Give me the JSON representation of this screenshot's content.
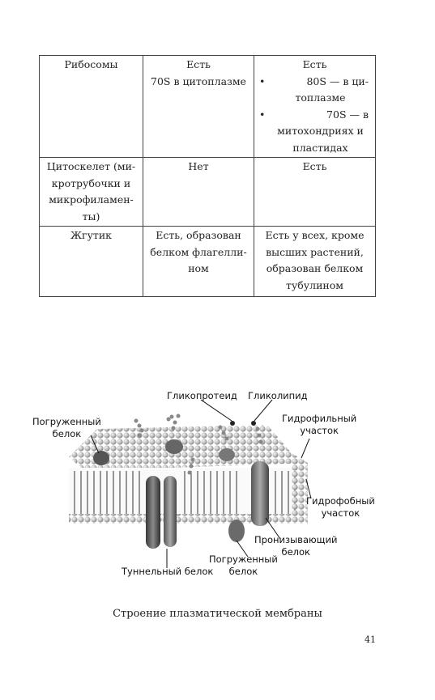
{
  "table": {
    "rows": [
      {
        "feature": "Рибосомы",
        "prokaryote": "Есть\n70S в цитоплазме",
        "eukaryote_items": [
          {
            "line1": "80S — в ци-",
            "line2": "топлазме"
          },
          {
            "line1": "70S — в",
            "line2": "митохондриях и\nпластидах"
          }
        ]
      },
      {
        "feature": "Цитоскелет (ми-\nкротрубочки и\nмикрофиламен-\nты)",
        "prokaryote": "Нет",
        "eukaryote": "Есть"
      },
      {
        "feature": "Жгутик",
        "prokaryote": "Есть, образован\nбелком флагелли-\nном",
        "eukaryote": "Есть у всех, кроме\nвысших растений,\nобразован белком\nтубулином"
      }
    ]
  },
  "figure": {
    "labels": {
      "glycoprotein": "Гликопротеид",
      "glycolipid": "Гликолипид",
      "integral_protein_left": "Погруженный\nбелок",
      "hydrophilic": "Гидрофильный\nучасток",
      "hydrophobic": "Гидрофобный\nучасток",
      "transmembrane": "Пронизывающий\nбелок",
      "integral_protein_bottom": "Погруженный\nбелок",
      "tunnel_protein": "Туннельный белок"
    },
    "caption": "Строение плазматической мембраны"
  },
  "page_number": "41"
}
